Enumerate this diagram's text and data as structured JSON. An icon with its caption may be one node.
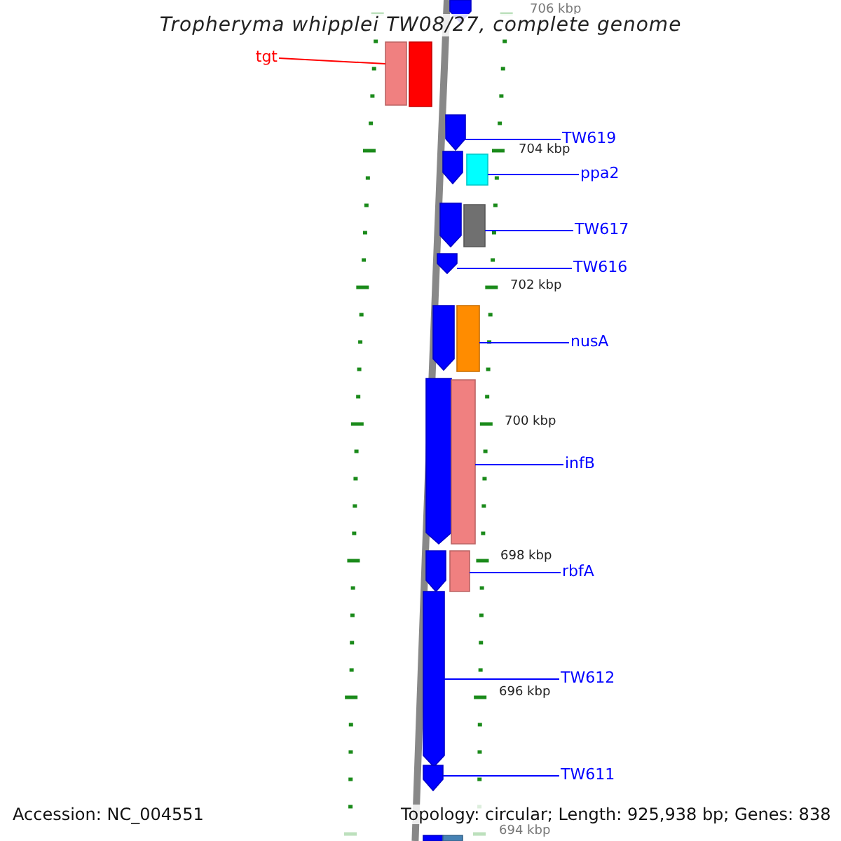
{
  "diagram": {
    "title": "Tropheryma whipplei TW08/27, complete genome",
    "nodes": [
      {
        "text": [],
        "shape": "pentagon"
      },
      {
        "text": [
          "tgt"
        ]
      },
      {
        "text": [],
        "shape": "bar"
      },
      {
        "text": [],
        "shape": "bar"
      },
      {
        "text": [],
        "shape": "pentagon"
      },
      {
        "text": [
          "TW619"
        ]
      },
      {
        "text": [],
        "shape": "pentagon"
      },
      {
        "text": [],
        "shape": "bar"
      },
      {
        "text": [
          "ppa2"
        ]
      },
      {
        "text": [],
        "shape": "pentagon"
      },
      {
        "text": [],
        "shape": "bar"
      },
      {
        "text": [
          "TW617"
        ]
      },
      {
        "text": [],
        "shape": "pentagon"
      },
      {
        "text": [
          "TW616"
        ]
      },
      {
        "text": [],
        "shape": "pentagon"
      },
      {
        "text": [],
        "shape": "bar"
      },
      {
        "text": [
          "nusA"
        ]
      },
      {
        "text": [],
        "shape": "pentagon"
      },
      {
        "text": [],
        "shape": "bar"
      },
      {
        "text": [
          "infB"
        ]
      },
      {
        "text": [],
        "shape": "pentagon"
      },
      {
        "text": [],
        "shape": "bar"
      },
      {
        "text": [
          "rbfA"
        ]
      },
      {
        "text": [],
        "shape": "pentagon"
      },
      {
        "text": [
          "TW612"
        ]
      },
      {
        "text": [],
        "shape": "pentagon"
      },
      {
        "text": [
          "TW611"
        ]
      },
      {
        "text": [],
        "shape": "bar"
      },
      {
        "text": [],
        "shape": "bar"
      }
    ],
    "edges": [
      {
        "from": 1,
        "to": 2,
        "arrow": "none",
        "color": "#ff0000"
      },
      {
        "from": 5,
        "to": 4,
        "arrow": "none"
      },
      {
        "from": 8,
        "to": 7,
        "arrow": "none"
      },
      {
        "from": 11,
        "to": 10,
        "arrow": "none"
      },
      {
        "from": 13,
        "to": 12,
        "arrow": "none"
      },
      {
        "from": 16,
        "to": 15,
        "arrow": "none"
      },
      {
        "from": 19,
        "to": 18,
        "arrow": "none"
      },
      {
        "from": 22,
        "to": 21,
        "arrow": "none"
      },
      {
        "from": 24,
        "to": 23,
        "arrow": "none"
      },
      {
        "from": 26,
        "to": 25,
        "arrow": "none"
      }
    ],
    "labels": [
      "706 kbp",
      "704 kbp",
      "702 kbp",
      "700 kbp",
      "698 kbp",
      "696 kbp",
      "694 kbp",
      "Accession: NC_004551",
      "Topology: circular; Length: 925,938 bp; Genes: 838"
    ]
  }
}
